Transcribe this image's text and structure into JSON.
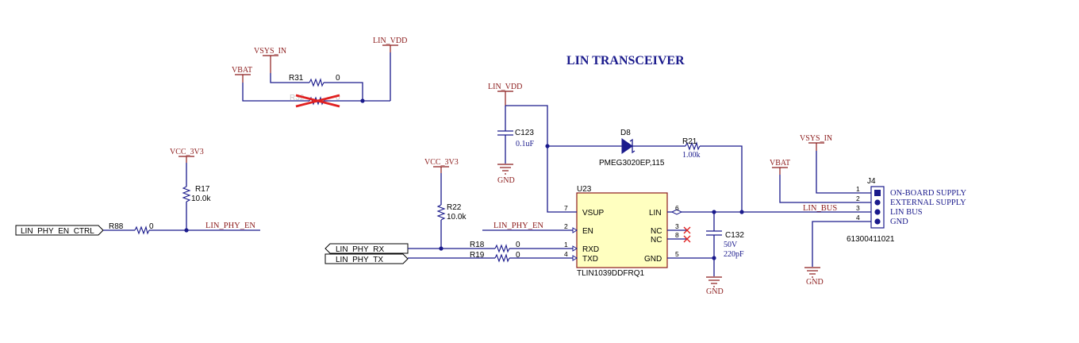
{
  "title": "LIN TRANSCEIVER",
  "power": {
    "vsys_in_top": "VSYS_IN",
    "lin_vdd_top": "LIN_VDD",
    "vbat_top": "VBAT",
    "vcc_3v3_left": "VCC_3V3",
    "lin_vdd_cap": "LIN_VDD",
    "vcc_3v3_mid": "VCC_3V3",
    "vbat_right": "VBAT",
    "vsys_in_right": "VSYS_IN"
  },
  "grounds": {
    "c123": "GND",
    "c132": "GND",
    "j4": "GND"
  },
  "parts": {
    "r31": {
      "ref": "R31",
      "value": "0"
    },
    "r32": {
      "ref": "R32",
      "value": "0"
    },
    "r17": {
      "ref": "R17",
      "value": "10.0k"
    },
    "r88": {
      "ref": "R88",
      "value": "0"
    },
    "r22": {
      "ref": "R22",
      "value": "10.0k"
    },
    "r18": {
      "ref": "R18",
      "value": "0"
    },
    "r19": {
      "ref": "R19",
      "value": "0"
    },
    "r21": {
      "ref": "R21",
      "value": "1.00k"
    },
    "c123": {
      "ref": "C123",
      "value": "0.1uF"
    },
    "c132": {
      "ref": "C132",
      "voltage": "50V",
      "value": "220pF"
    },
    "d8": {
      "ref": "D8",
      "value": "PMEG3020EP,115"
    }
  },
  "u23": {
    "ref": "U23",
    "part": "TLIN1039DDFRQ1",
    "pins": {
      "vsup": {
        "name": "VSUP",
        "num": "7"
      },
      "en": {
        "name": "EN",
        "num": "2"
      },
      "rxd": {
        "name": "RXD",
        "num": "1"
      },
      "txd": {
        "name": "TXD",
        "num": "4"
      },
      "lin": {
        "name": "LIN",
        "num": "6"
      },
      "nc3": {
        "name": "NC",
        "num": "3"
      },
      "nc8": {
        "name": "NC",
        "num": "8"
      },
      "gnd": {
        "name": "GND",
        "num": "5"
      }
    }
  },
  "nets": {
    "lin_phy_en_left": "LIN_PHY_EN",
    "lin_phy_en_mid": "LIN_PHY_EN",
    "lin_bus": "LIN_BUS"
  },
  "ports": {
    "en_ctrl": "LIN_PHY_EN_CTRL",
    "rx": "LIN_PHY_RX",
    "tx": "LIN_PHY_TX"
  },
  "j4": {
    "ref": "J4",
    "part": "61300411021",
    "pins": [
      {
        "num": "1",
        "label": "ON-BOARD SUPPLY"
      },
      {
        "num": "2",
        "label": "EXTERNAL SUPPLY"
      },
      {
        "num": "3",
        "label": "LIN BUS"
      },
      {
        "num": "4",
        "label": "GND"
      }
    ]
  }
}
